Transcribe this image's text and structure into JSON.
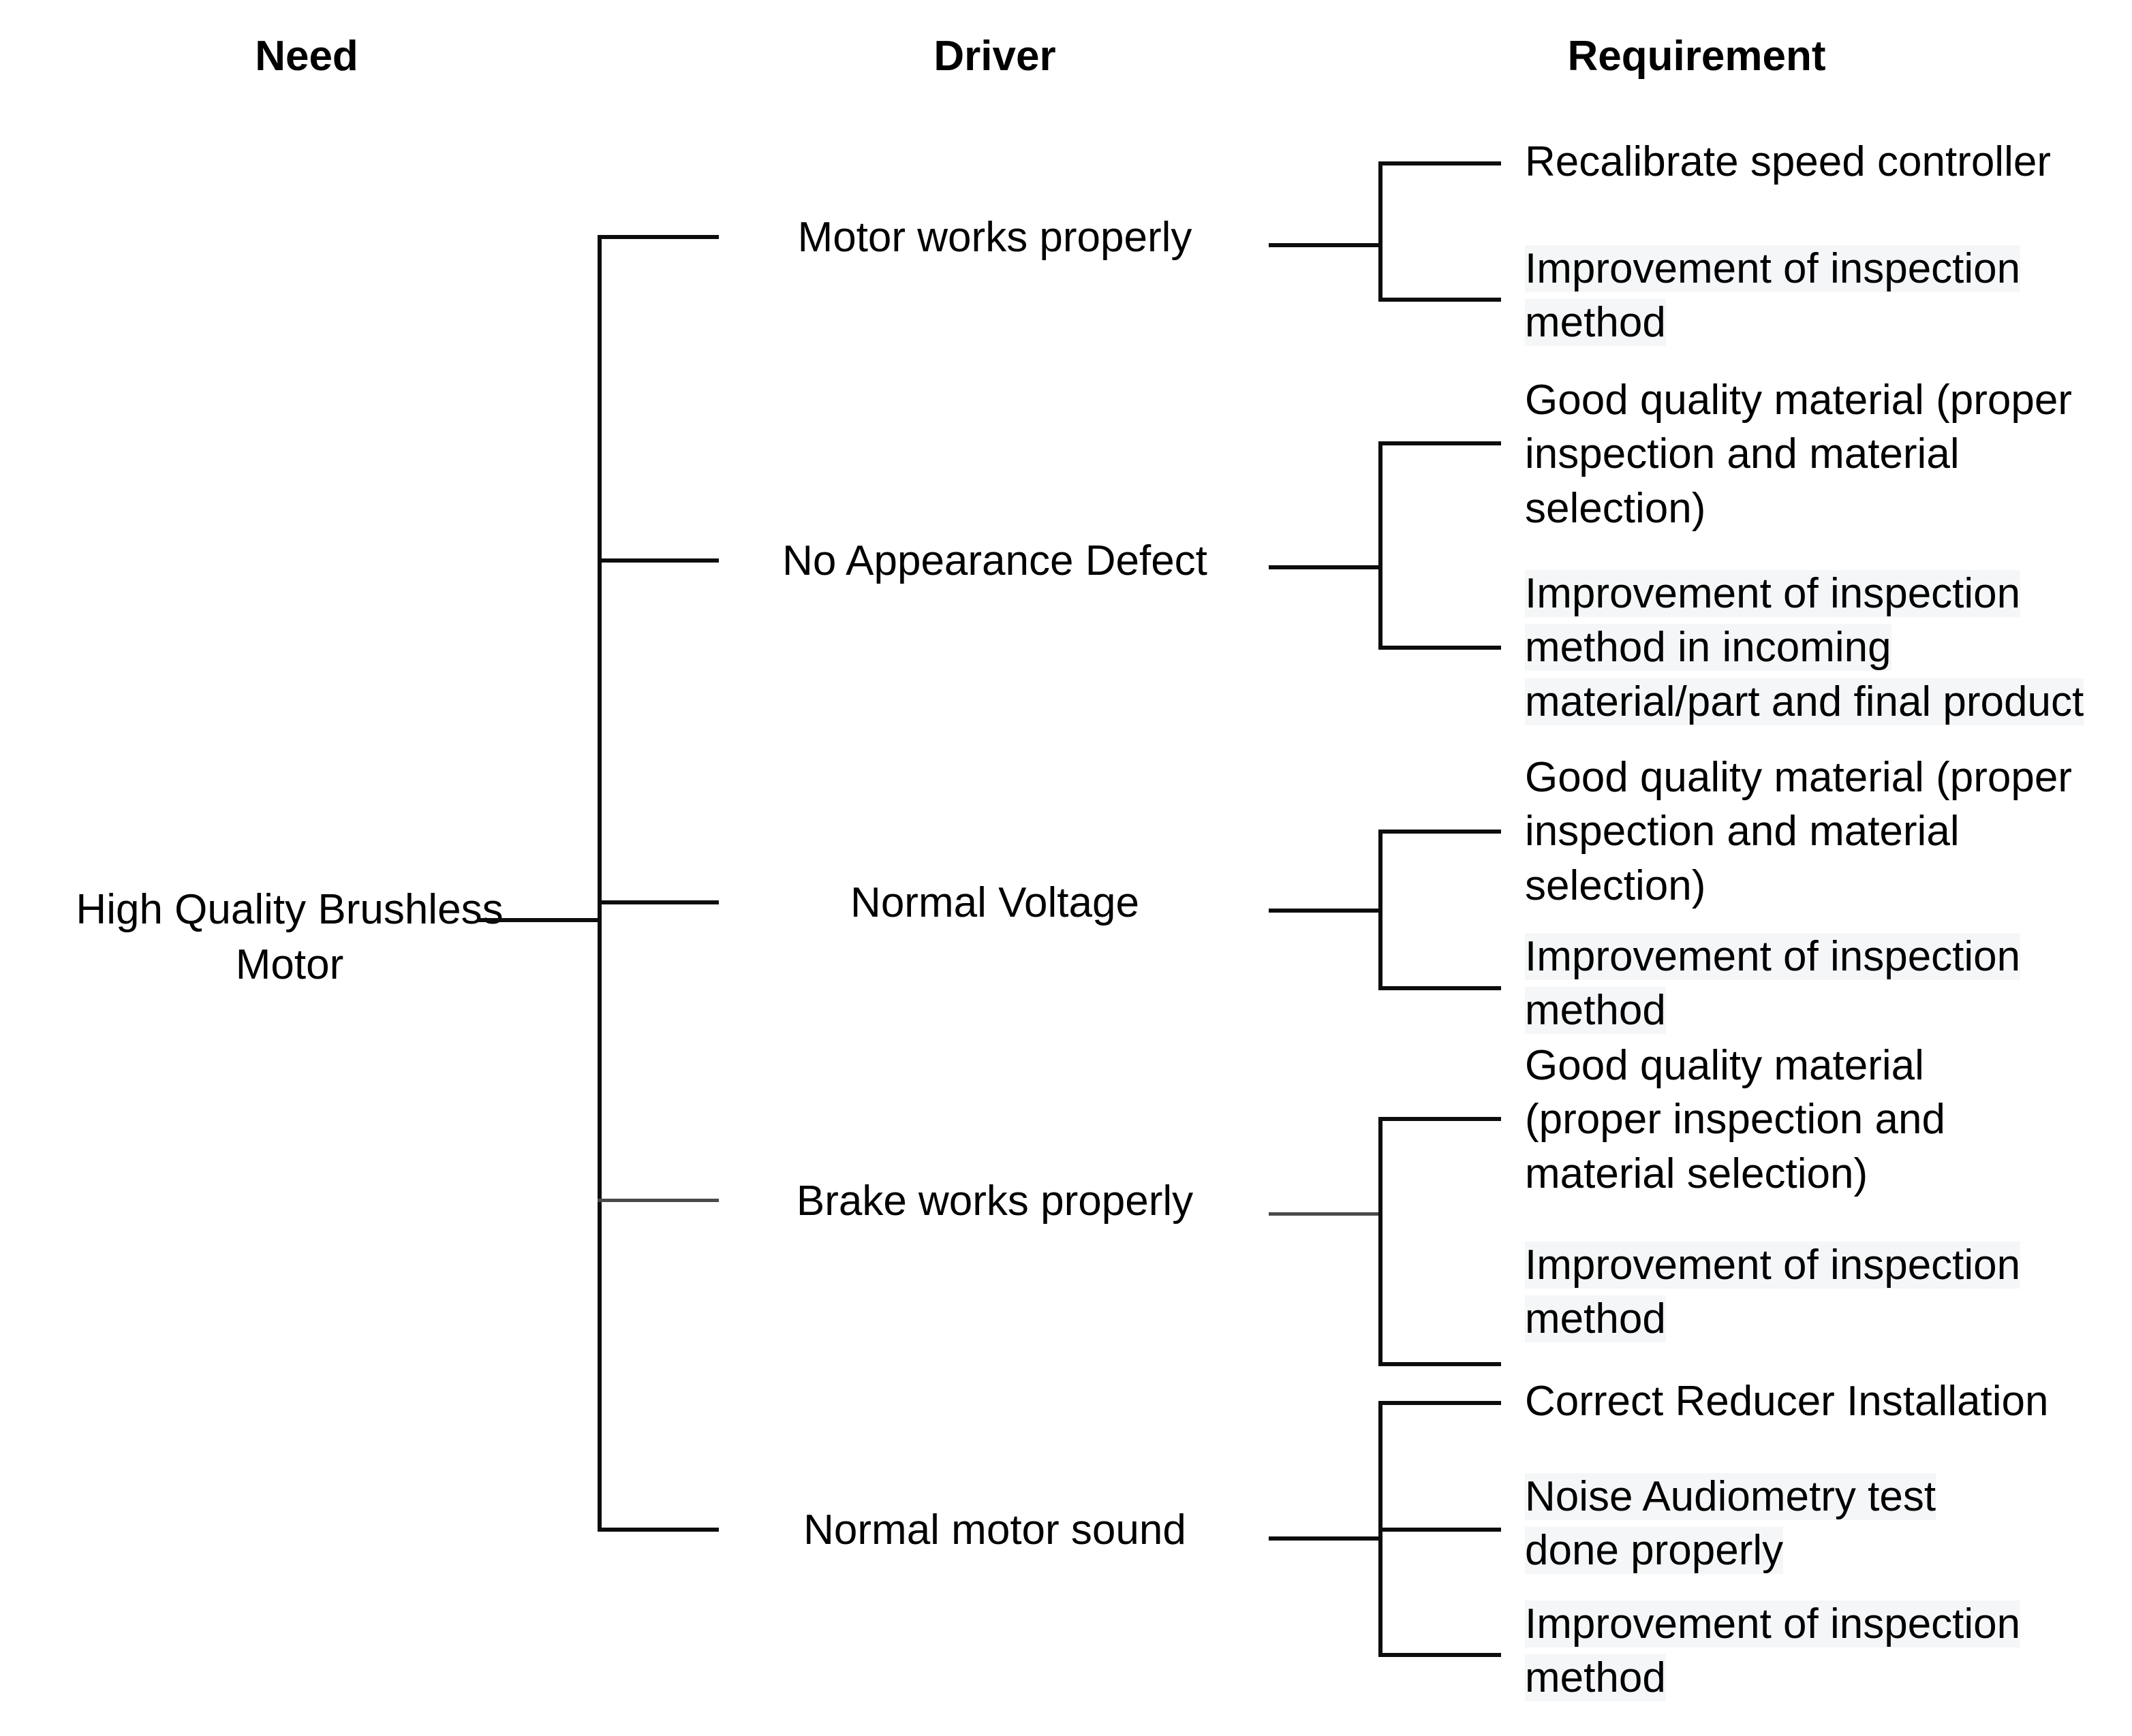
{
  "headers": {
    "need": "Need",
    "driver": "Driver",
    "requirement": "Requirement"
  },
  "root": {
    "label": "High Quality Brushless Motor"
  },
  "drivers": [
    {
      "label": "Motor works properly",
      "requirements": [
        {
          "text": "Recalibrate speed controller",
          "highlighted": false
        },
        {
          "text": "Improvement of inspection method",
          "highlighted": true
        }
      ]
    },
    {
      "label": "No Appearance Defect",
      "requirements": [
        {
          "text": "Good quality material (proper inspection and material selection)",
          "highlighted": false
        },
        {
          "text": "Improvement of inspection method in incoming material/part and final product",
          "highlighted": true
        }
      ]
    },
    {
      "label": "Normal Voltage",
      "requirements": [
        {
          "text": "Good quality material (proper inspection and material selection)",
          "highlighted": false
        },
        {
          "text": "Improvement of inspection method",
          "highlighted": true
        }
      ]
    },
    {
      "label": "Brake works properly",
      "requirements": [
        {
          "text": "Good quality material (proper inspection and material selection)",
          "highlighted": false
        },
        {
          "text": "Improvement of inspection method",
          "highlighted": true
        }
      ]
    },
    {
      "label": "Normal motor sound",
      "requirements": [
        {
          "text": "Correct Reducer Installation",
          "highlighted": false
        },
        {
          "text": "Noise Audiometry test done properly",
          "highlighted": true
        },
        {
          "text": "Improvement of inspection method",
          "highlighted": true
        }
      ]
    }
  ],
  "requirement_lines": {
    "r1_1": "Recalibrate speed controller",
    "r1_2a": "Improvement of inspection",
    "r1_2b": "method",
    "r2_1a": "Good quality material (proper",
    "r2_1b": "inspection and material",
    "r2_1c": "selection)",
    "r2_2a": "Improvement of inspection",
    "r2_2b": "method in incoming",
    "r2_2c": "material/part and final product",
    "r3_1a": "Good quality material (proper",
    "r3_1b": "inspection and material",
    "r3_1c": "selection)",
    "r3_2a": "Improvement of inspection",
    "r3_2b": "method",
    "r4_1a": "Good quality material",
    "r4_1b": "(proper inspection and",
    "r4_1c": "material selection)",
    "r4_2a": "Improvement of inspection",
    "r4_2b": "method",
    "r5_1": "Correct Reducer Installation",
    "r5_2a": "Noise Audiometry test",
    "r5_2b": "done properly",
    "r5_3a": "Improvement of inspection",
    "r5_3b": "method"
  },
  "root_lines": {
    "line1": "High Quality Brushless",
    "line2": "Motor"
  },
  "colors": {
    "line": "#0d0d0d",
    "line_soft": "#4a4a4a",
    "text": "#000000",
    "highlight": "#f4f6f8",
    "background": "#ffffff"
  },
  "diagram": {
    "type": "tree",
    "levels": [
      "Need",
      "Driver",
      "Requirement"
    ],
    "root_children": 5
  }
}
